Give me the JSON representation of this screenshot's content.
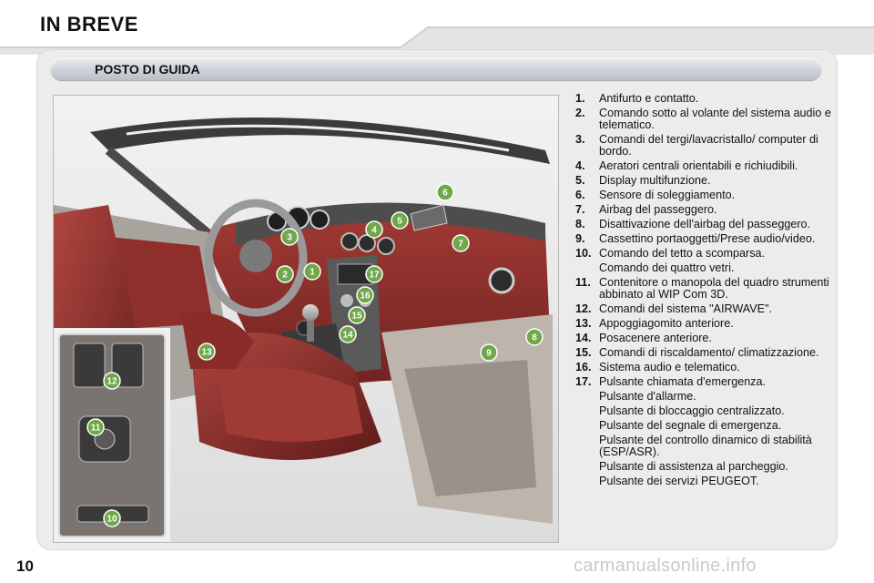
{
  "header": {
    "title": "IN BREVE"
  },
  "section": {
    "title": "POSTO DI GUIDA"
  },
  "legend": [
    {
      "num": "1.",
      "text": "Antifurto e contatto.",
      "subs": []
    },
    {
      "num": "2.",
      "text": "Comando sotto al volante del sistema audio e telematico.",
      "subs": []
    },
    {
      "num": "3.",
      "text": "Comandi del tergi/lavacristallo/ computer di bordo.",
      "subs": []
    },
    {
      "num": "4.",
      "text": "Aeratori centrali orientabili e richiudibili.",
      "subs": []
    },
    {
      "num": "5.",
      "text": "Display multifunzione.",
      "subs": []
    },
    {
      "num": "6.",
      "text": "Sensore di soleggiamento.",
      "subs": []
    },
    {
      "num": "7.",
      "text": "Airbag del passeggero.",
      "subs": []
    },
    {
      "num": "8.",
      "text": "Disattivazione dell'airbag del passeggero.",
      "subs": []
    },
    {
      "num": "9.",
      "text": "Cassettino portaoggetti/Prese audio/video.",
      "subs": []
    },
    {
      "num": "10.",
      "text": "Comando del tetto a scomparsa.",
      "subs": [
        "Comando dei quattro vetri."
      ]
    },
    {
      "num": "11.",
      "text": "Contenitore o manopola del quadro strumenti abbinato al WIP Com 3D.",
      "subs": []
    },
    {
      "num": "12.",
      "text": "Comandi del sistema \"AIRWAVE\".",
      "subs": []
    },
    {
      "num": "13.",
      "text": "Appoggiagomito anteriore.",
      "subs": []
    },
    {
      "num": "14.",
      "text": "Posacenere anteriore.",
      "subs": []
    },
    {
      "num": "15.",
      "text": "Comandi di riscaldamento/ climatizzazione.",
      "subs": []
    },
    {
      "num": "16.",
      "text": "Sistema audio e telematico.",
      "subs": []
    },
    {
      "num": "17.",
      "text": "Pulsante chiamata d'emergenza.",
      "subs": [
        "Pulsante d'allarme.",
        "Pulsante di bloccaggio centralizzato.",
        "Pulsante del segnale di emergenza.",
        "Pulsante del controllo dinamico di stabilità (ESP/ASR).",
        "Pulsante di assistenza al parcheggio.",
        "Pulsante dei servizi PEUGEOT."
      ]
    }
  ],
  "callouts": [
    "1",
    "2",
    "3",
    "4",
    "5",
    "6",
    "7",
    "8",
    "9",
    "10",
    "11",
    "12",
    "13",
    "14",
    "15",
    "16",
    "17"
  ],
  "colors": {
    "leather": "#8e2f2b",
    "leather_dark": "#5e1b19",
    "callout_green": "#6fa84a",
    "section_bar": "#c5cad2"
  },
  "footer": {
    "page_number": "10",
    "watermark": "carmanualsonline.info"
  }
}
